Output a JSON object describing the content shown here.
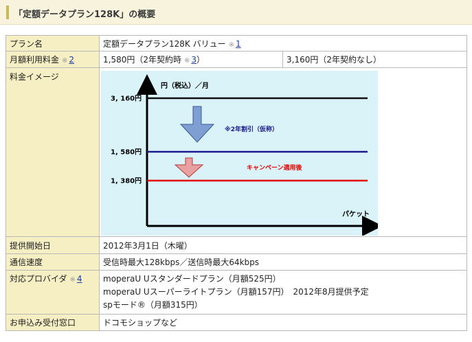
{
  "title": "「定額データプラン128K」の概要",
  "rows": {
    "plan_name": {
      "label": "プラン名",
      "value": "定額データプラン128K バリュー",
      "note": "※",
      "link": "1"
    },
    "monthly_fee": {
      "label": "月額利用料金",
      "note": "※",
      "link": "2",
      "value1": "1,580円（2年契約時",
      "value1_note": "※",
      "value1_link": "3",
      "value1_end": "）",
      "value2": "3,160円（2年契約なし）"
    },
    "image": {
      "label": "料金イメージ"
    },
    "start_date": {
      "label": "提供開始日",
      "value": "2012年3月1日（木曜）"
    },
    "speed": {
      "label": "通信速度",
      "value": "受信時最大128kbps／送信時最大64kbps"
    },
    "providers": {
      "label": "対応プロバイダ",
      "note": "※",
      "link": "4",
      "lines": [
        "moperaU Uスタンダードプラン（月額525円）",
        "moperaU Uスーパーライトプラン（月額157円）　2012年8月提供予定",
        "spモード®（月額315円）"
      ]
    },
    "window": {
      "label": "お申込み受付窓口",
      "value": "ドコモショップなど"
    }
  },
  "chart_data": {
    "type": "line",
    "ylabel": "円（税込）／月",
    "xlabel": "パケット",
    "series": [
      {
        "label": "3, 160円",
        "value": 3160,
        "color": "#111111"
      },
      {
        "label": "1, 580円",
        "value": 1580,
        "color": "#1a1a8c"
      },
      {
        "label": "1, 380円",
        "value": 1380,
        "color": "#e60000"
      }
    ],
    "annotations": [
      {
        "text": "※2年割引（仮称）",
        "color": "#1a1a8c"
      },
      {
        "text": "キャンペーン適用後",
        "color": "#e60000"
      }
    ],
    "arrow_colors": {
      "discount": "#7f9fd2",
      "campaign": "#e37a7a"
    }
  }
}
